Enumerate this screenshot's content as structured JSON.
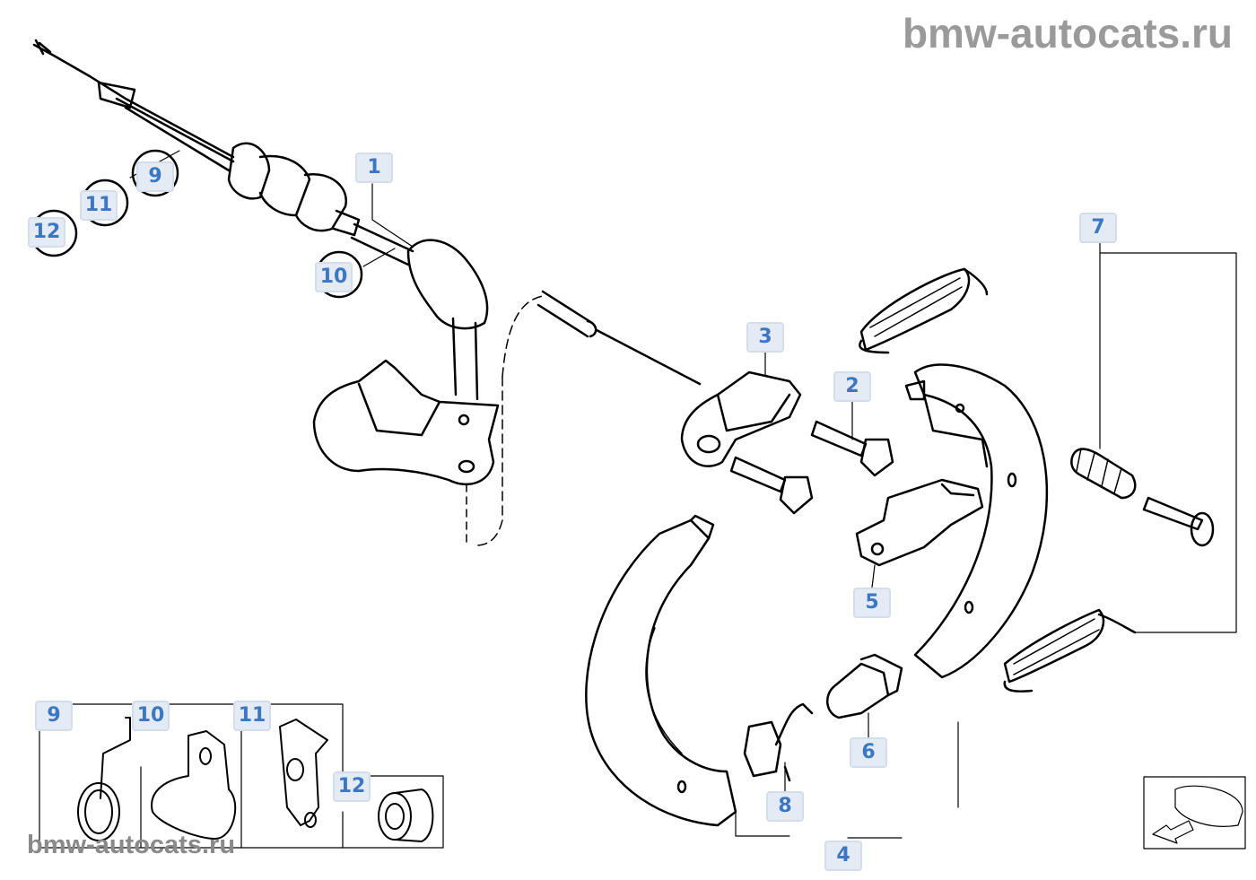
{
  "watermark_top": "bmw-autocats.ru",
  "watermark_bottom": "bmw-autocats.ru",
  "callouts": {
    "c1": "1",
    "c2": "2",
    "c3": "3",
    "c4": "4",
    "c5": "5",
    "c6": "6",
    "c7": "7",
    "c8": "8",
    "c9": "9",
    "c10": "10",
    "c11": "11",
    "c12": "12"
  },
  "inset_callouts": {
    "c9": "9",
    "c10": "10",
    "c11": "11",
    "c12": "12"
  },
  "colors": {
    "label_bg": "#e4ebf4",
    "label_text": "#3b78c1",
    "line": "#000000",
    "watermark": "#9a9a9a"
  }
}
